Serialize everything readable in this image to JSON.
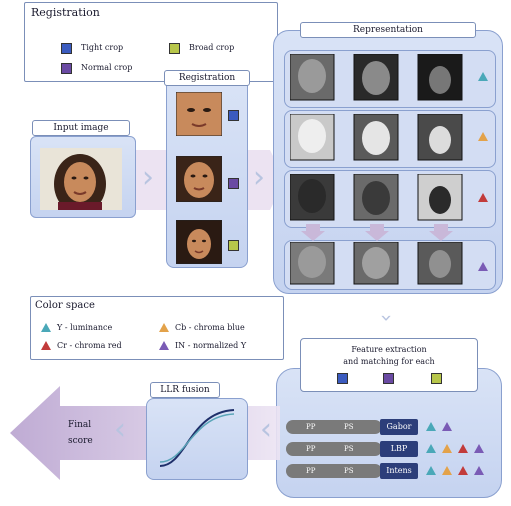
{
  "registration_legend": {
    "title": "Registration",
    "items": [
      {
        "label": "Tight crop",
        "color": "#3b5bbf"
      },
      {
        "label": "Broad crop",
        "color": "#b7c64a"
      },
      {
        "label": "Normal crop",
        "color": "#6a4aa3"
      }
    ]
  },
  "representation_title": "Representation",
  "registration_panel_title": "Registration",
  "input_image_label": "Input image",
  "color_space_legend": {
    "title": "Color space",
    "items": [
      {
        "label": "Y - luminance",
        "color": "#4aa8b8"
      },
      {
        "label": "Cb - chroma blue",
        "color": "#e3a24a"
      },
      {
        "label": "Cr - chroma red",
        "color": "#c23b3b"
      },
      {
        "label": "IN - normalized Y",
        "color": "#7a5bb5"
      }
    ]
  },
  "feature_box": {
    "line1": "Feature extraction",
    "line2": "and matching for each"
  },
  "llr_label": "LLR fusion",
  "final_score": {
    "line1": "Final",
    "line2": "score"
  },
  "matching_rows": [
    {
      "pill1": "PP",
      "pill2": "PS",
      "tag": "Gabor"
    },
    {
      "pill1": "PP",
      "pill2": "PS",
      "tag": "LBP"
    },
    {
      "pill1": "PP",
      "pill2": "PS",
      "tag": "Intens"
    }
  ],
  "colors": {
    "panel": "#c9d6f1",
    "panel_border": "#8aa0cf",
    "tag_navy": "#2c3e7a",
    "arrow_fill": "#c9b8d9",
    "skin": "#c88a5c"
  }
}
